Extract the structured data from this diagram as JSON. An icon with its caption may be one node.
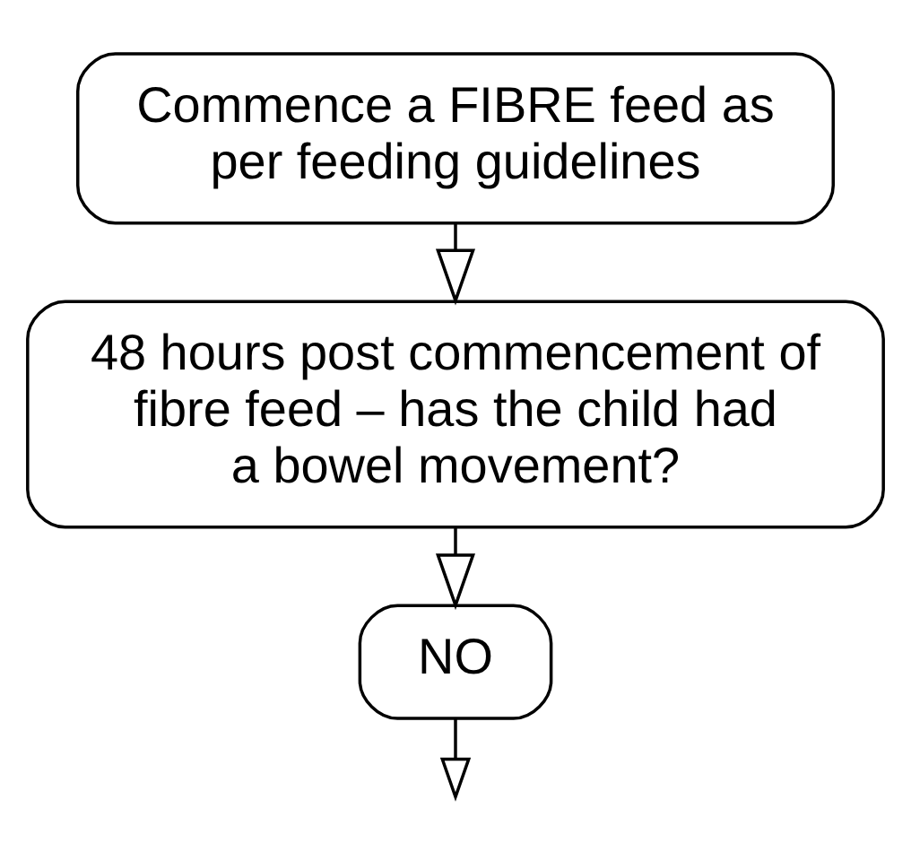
{
  "diagram": {
    "nodes": [
      {
        "text": [
          "Commence a FIBRE feed as per feeding guidelines"
        ]
      },
      {
        "text": [
          "48 hours post commencement of fibre feed – has the child had a bowel movement?"
        ]
      },
      {
        "text": [
          "NO"
        ]
      }
    ],
    "edges": [
      {
        "from": 0,
        "to": 1,
        "arrow": "to"
      },
      {
        "from": 1,
        "to": 2,
        "arrow": "to"
      },
      {
        "from": 2,
        "to": null,
        "arrow": "to"
      }
    ]
  }
}
